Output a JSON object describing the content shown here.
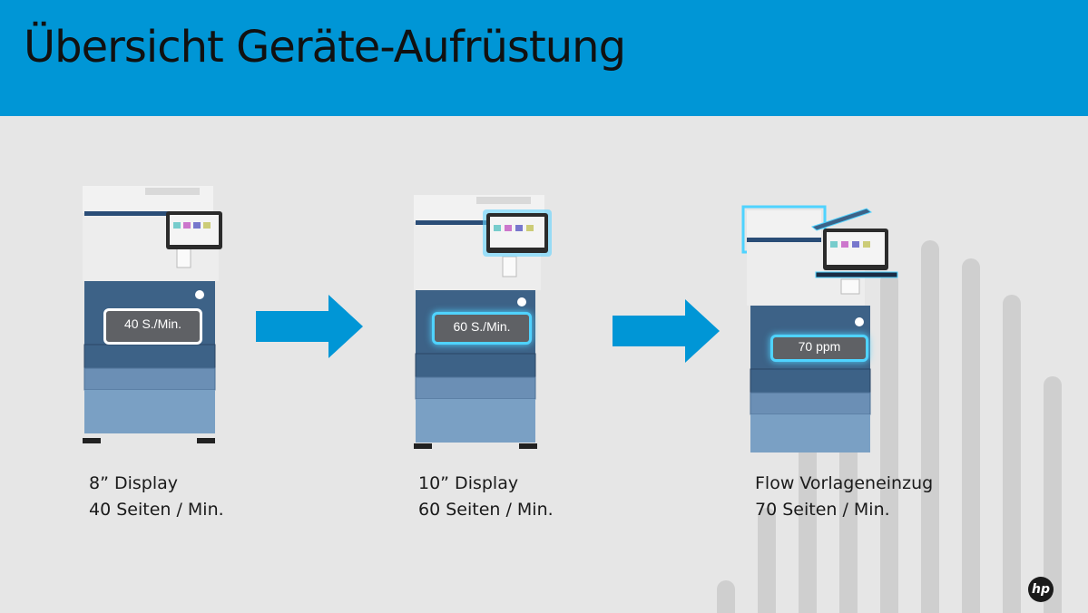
{
  "slide": {
    "title": "Übersicht Geräte-Aufrüstung",
    "brand_color": "#0096d6",
    "logo_text": "hp"
  },
  "devices": [
    {
      "speed_badge": "40 S./Min.",
      "caption_line1": "8” Display",
      "caption_line2": "40 Seiten / Min."
    },
    {
      "speed_badge": "60 S./Min.",
      "caption_line1": "10” Display",
      "caption_line2": "60 Seiten / Min."
    },
    {
      "speed_badge": "70 ppm",
      "caption_line1": "Flow Vorlageneinzug",
      "caption_line2": "70 Seiten / Min."
    }
  ],
  "icons": {
    "arrow": "right-arrow-icon",
    "printer": "printer-icon",
    "logo": "hp-logo-icon"
  }
}
